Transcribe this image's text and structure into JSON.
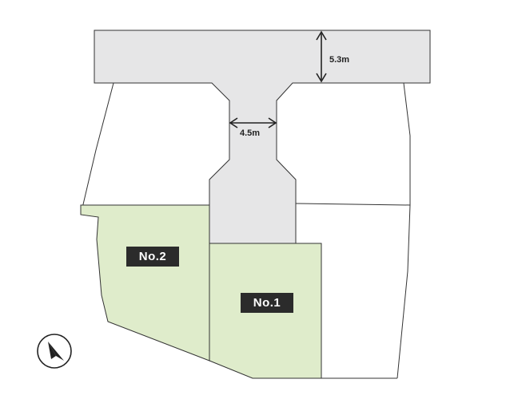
{
  "dimensions": {
    "road_width": "5.3m",
    "passage_width": "4.5m"
  },
  "lots": [
    {
      "id": "lot-2",
      "label": "No.2"
    },
    {
      "id": "lot-1",
      "label": "No.1"
    }
  ],
  "colors": {
    "lot_fill": "#dfeccb",
    "road_fill": "#e6e6e7",
    "label_bg": "#2b2b2b",
    "line": "#333333"
  },
  "icons": {
    "north_arrow": "north-arrow-icon"
  }
}
